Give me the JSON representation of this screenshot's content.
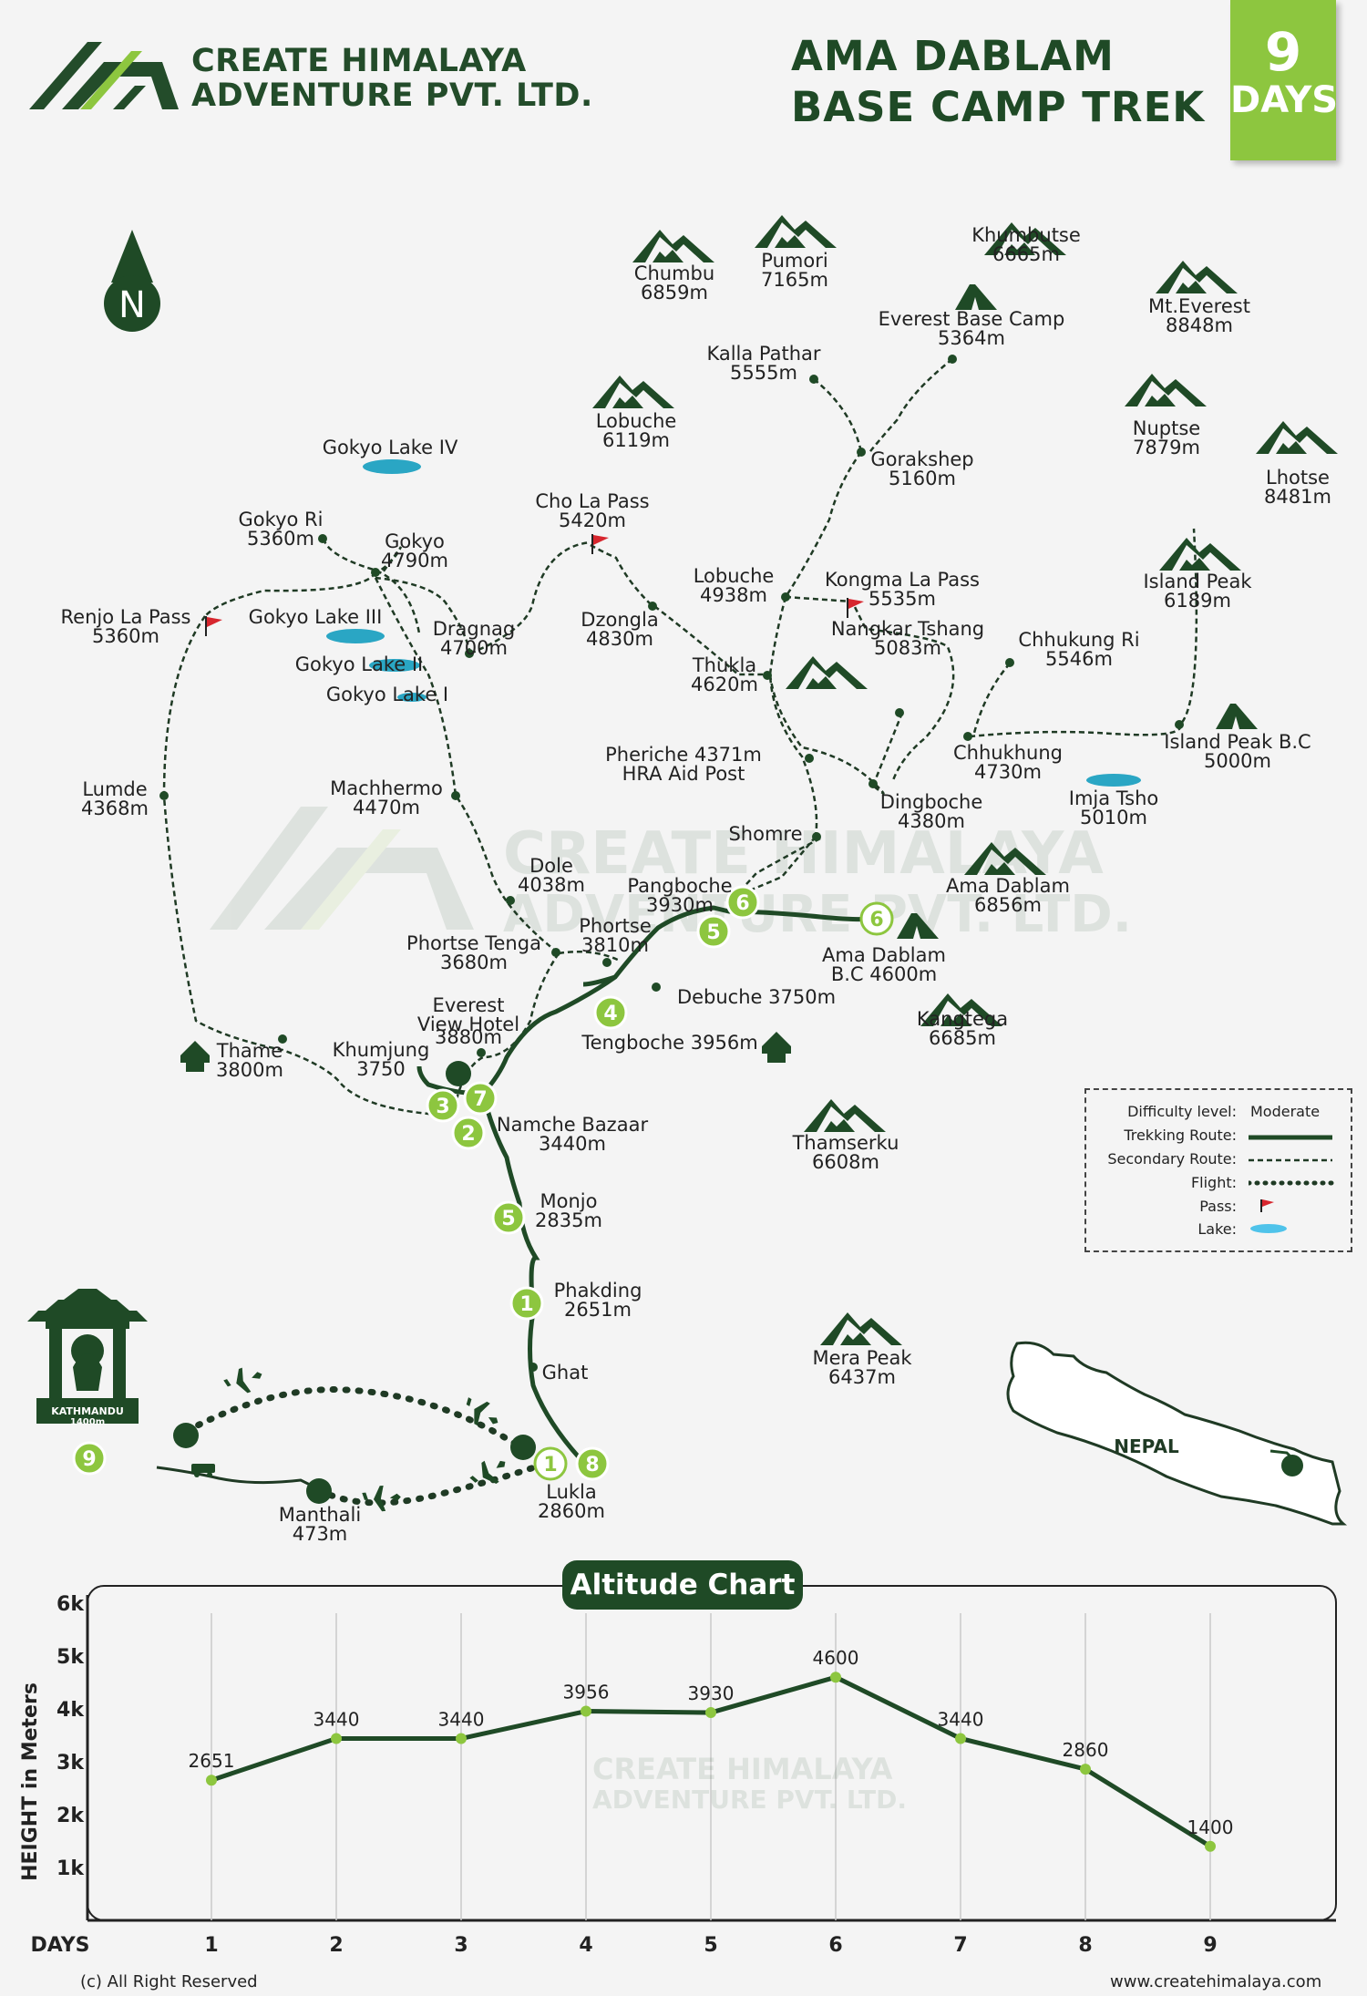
{
  "brand": {
    "line1": "CREATE HIMALAYA",
    "line2": "ADVENTURE PVT. LTD.",
    "watermark_line1": "CREATE HIMALAYA",
    "watermark_line2": "ADVENTURE PVT. LTD."
  },
  "title": {
    "line1": "AMA DABLAM",
    "line2": "BASE CAMP TREK"
  },
  "duration": {
    "number": "9",
    "unit": "DAYS"
  },
  "compass": {
    "letter": "N"
  },
  "colors": {
    "dark_green": "#1f4a26",
    "accent_green": "#8dc63f",
    "lake_blue": "#2aa6c4",
    "pass_red": "#d7262e"
  },
  "mountains": [
    {
      "name": "Chumbu",
      "elev": "6859m"
    },
    {
      "name": "Pumori",
      "elev": "7165m"
    },
    {
      "name": "Khumbutse",
      "elev": "6665m"
    },
    {
      "name": "Mt.Everest",
      "elev": "8848m"
    },
    {
      "name": "Lobuche",
      "elev": "6119m"
    },
    {
      "name": "Nuptse",
      "elev": "7879m"
    },
    {
      "name": "Lhotse",
      "elev": "8481m"
    },
    {
      "name": "Island Peak",
      "elev": "6189m"
    },
    {
      "name": "Ama Dablam",
      "elev": "6856m"
    },
    {
      "name": "Kangtega",
      "elev": "6685m"
    },
    {
      "name": "Thamserku",
      "elev": "6608m"
    },
    {
      "name": "Mera Peak",
      "elev": "6437m"
    }
  ],
  "places": [
    {
      "name": "Everest Base Camp",
      "elev": "5364m"
    },
    {
      "name": "Kalla Pathar",
      "elev": "5555m"
    },
    {
      "name": "Gorakshep",
      "elev": "5160m"
    },
    {
      "name": "Gokyo Lake IV",
      "elev": ""
    },
    {
      "name": "Cho La Pass",
      "elev": "5420m"
    },
    {
      "name": "Gokyo Ri",
      "elev": "5360m"
    },
    {
      "name": "Gokyo",
      "elev": "4790m"
    },
    {
      "name": "Lobuche",
      "elev": "4938m"
    },
    {
      "name": "Kongma La Pass",
      "elev": "5535m"
    },
    {
      "name": "Renjo La Pass",
      "elev": "5360m"
    },
    {
      "name": "Gokyo Lake III",
      "elev": ""
    },
    {
      "name": "Dragnag",
      "elev": "4700m"
    },
    {
      "name": "Dzongla",
      "elev": "4830m"
    },
    {
      "name": "Gokyo Lake II",
      "elev": ""
    },
    {
      "name": "Gokyo Lake I",
      "elev": ""
    },
    {
      "name": "Thukla",
      "elev": "4620m"
    },
    {
      "name": "Nangkar Tshang",
      "elev": "5083m"
    },
    {
      "name": "Chhukung Ri",
      "elev": "5546m"
    },
    {
      "name": "Island Peak B.C",
      "elev": "5000m"
    },
    {
      "name": "Chhukhung",
      "elev": "4730m"
    },
    {
      "name": "Lumde",
      "elev": "4368m"
    },
    {
      "name": "Machhermo",
      "elev": "4470m"
    },
    {
      "name": "Pheriche 4371m",
      "elev": "HRA Aid Post"
    },
    {
      "name": "Dingboche",
      "elev": "4380m"
    },
    {
      "name": "Imja Tsho",
      "elev": "5010m"
    },
    {
      "name": "Shomre",
      "elev": ""
    },
    {
      "name": "Dole",
      "elev": "4038m"
    },
    {
      "name": "Pangboche",
      "elev": "3930m"
    },
    {
      "name": "Phortse",
      "elev": "3810m"
    },
    {
      "name": "Phortse Tenga",
      "elev": "3680m"
    },
    {
      "name": "Ama Dablam",
      "elev": "B.C 4600m"
    },
    {
      "name": "Debuche 3750m",
      "elev": ""
    },
    {
      "name": "Everest",
      "elev": "View Hotel"
    },
    {
      "name": "3880m",
      "elev": ""
    },
    {
      "name": "Tengboche 3956m",
      "elev": ""
    },
    {
      "name": "Thame",
      "elev": "3800m"
    },
    {
      "name": "Khumjung",
      "elev": "3750"
    },
    {
      "name": "Namche Bazaar",
      "elev": "3440m"
    },
    {
      "name": "Monjo",
      "elev": "2835m"
    },
    {
      "name": "Phakding",
      "elev": "2651m"
    },
    {
      "name": "Ghat",
      "elev": ""
    },
    {
      "name": "Lukla",
      "elev": "2860m"
    },
    {
      "name": "Manthali",
      "elev": "473m"
    }
  ],
  "day_markers": [
    "1",
    "2",
    "3",
    "4",
    "5",
    "6",
    "7",
    "8",
    "5",
    "6",
    "1",
    "9"
  ],
  "kathmandu": {
    "name": "KATHMANDU",
    "elev": "1400m"
  },
  "nepal_label": "NEPAL",
  "legend": {
    "difficulty_label": "Difficulty level:",
    "difficulty_value": "Moderate",
    "trekking_route": "Trekking Route:",
    "secondary_route": "Secondary Route:",
    "flight": "Flight:",
    "pass": "Pass:",
    "lake": "Lake:"
  },
  "chart_data": {
    "type": "line",
    "title": "Altitude Chart",
    "xlabel": "DAYS",
    "ylabel": "HEIGHT in Meters",
    "x": [
      1,
      2,
      3,
      4,
      5,
      6,
      7,
      8,
      9
    ],
    "values": [
      2651,
      3440,
      3440,
      3956,
      3930,
      4600,
      3440,
      2860,
      1400
    ],
    "ylim": [
      0,
      6500
    ],
    "yticks": [
      "1k",
      "2k",
      "3k",
      "4k",
      "5k",
      "6k"
    ],
    "ytick_values": [
      1000,
      2000,
      3000,
      4000,
      5000,
      6000
    ],
    "grid": true
  },
  "footer": {
    "copyright": "(c) All Right Reserved",
    "website": "www.createhimalaya.com"
  }
}
